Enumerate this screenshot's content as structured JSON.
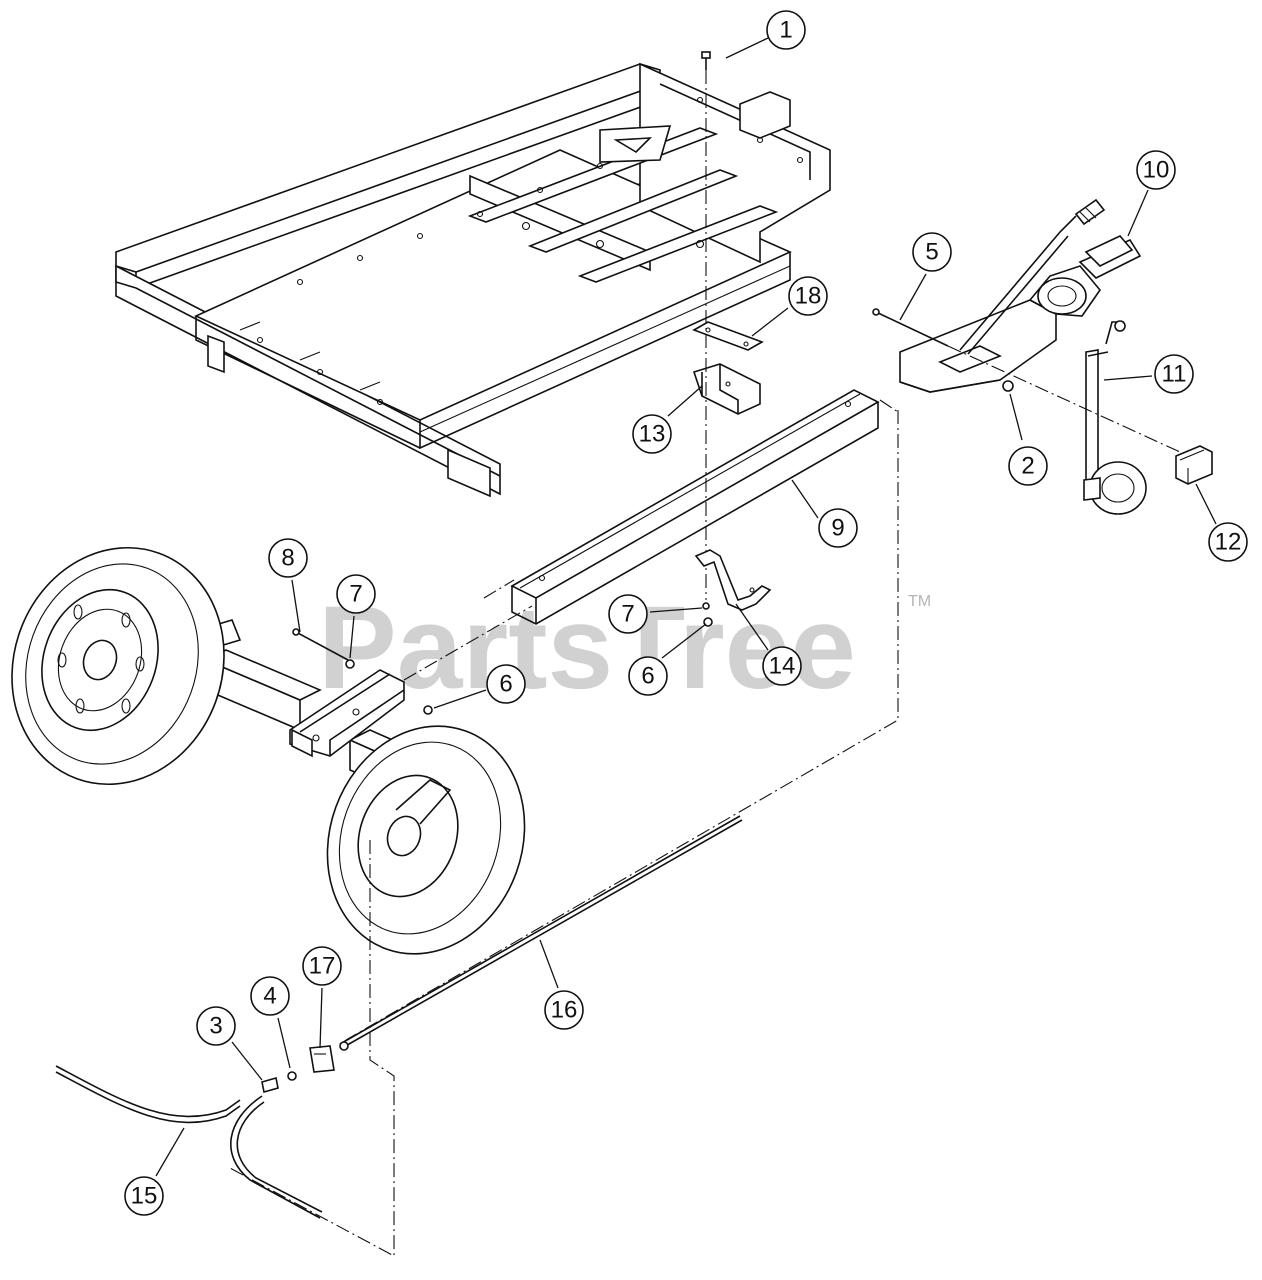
{
  "watermark": {
    "text": "PartsTree",
    "trademark": "TM"
  },
  "callouts": [
    {
      "id": "1"
    },
    {
      "id": "2"
    },
    {
      "id": "3"
    },
    {
      "id": "4"
    },
    {
      "id": "5"
    },
    {
      "id": "6"
    },
    {
      "id": "6"
    },
    {
      "id": "7"
    },
    {
      "id": "7"
    },
    {
      "id": "8"
    },
    {
      "id": "9"
    },
    {
      "id": "10"
    },
    {
      "id": "11"
    },
    {
      "id": "12"
    },
    {
      "id": "13"
    },
    {
      "id": "14"
    },
    {
      "id": "15"
    },
    {
      "id": "16"
    },
    {
      "id": "17"
    },
    {
      "id": "18"
    }
  ]
}
